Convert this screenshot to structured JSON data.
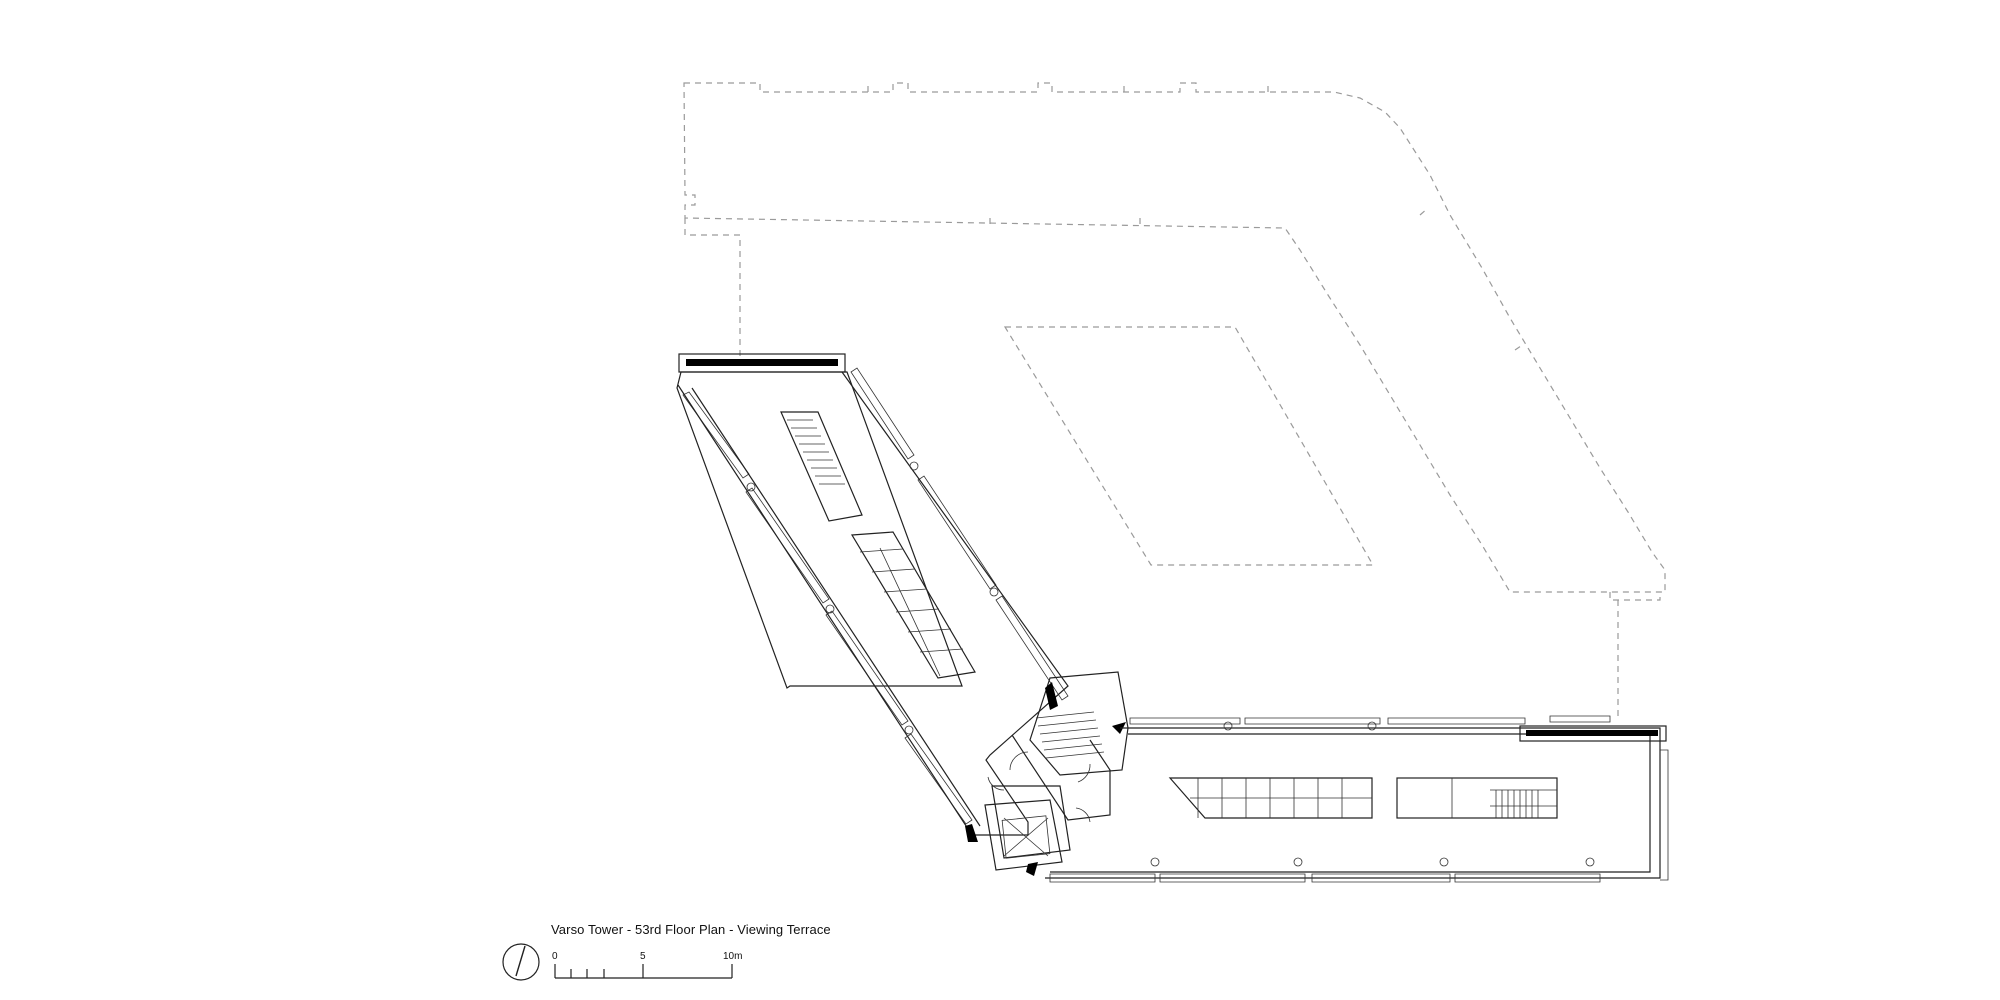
{
  "drawing": {
    "title": "Varso Tower - 53rd Floor Plan - Viewing Terrace"
  },
  "scale_bar": {
    "ticks": [
      "0",
      "5",
      "10m"
    ]
  },
  "icons": {
    "north_arrow": "north-arrow-icon"
  }
}
